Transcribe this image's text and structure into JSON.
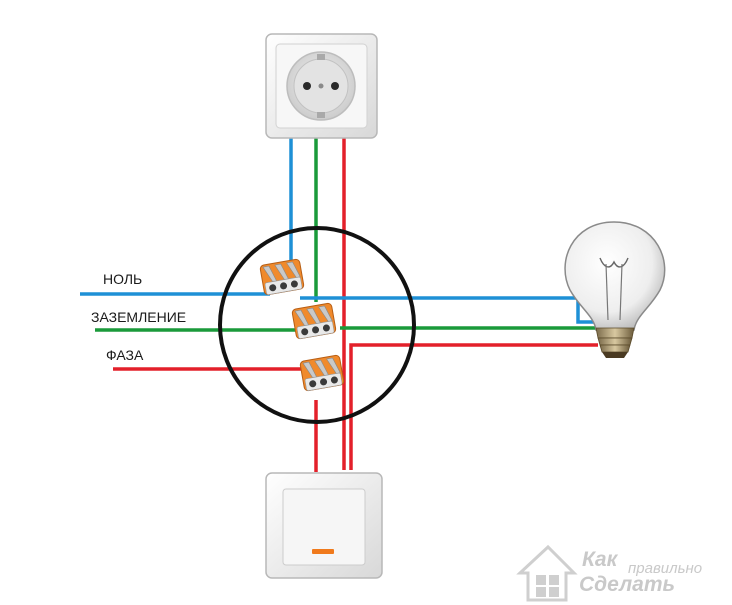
{
  "labels": {
    "neutral": "НОЛЬ",
    "ground": "ЗАЗЕМЛЕНИЕ",
    "phase": "ФАЗА"
  },
  "watermark": {
    "word1": "Как",
    "word2": "правильно",
    "word3": "Сделать"
  },
  "colors": {
    "neutral": "#1e90d6",
    "ground": "#1a9a3a",
    "phase": "#e3202a",
    "junction_box": "#111111",
    "connector_body": "#f08a2c"
  },
  "icons": [
    "socket-icon",
    "light-switch-icon",
    "light-bulb-icon",
    "wago-connector-icon",
    "house-logo-icon"
  ]
}
